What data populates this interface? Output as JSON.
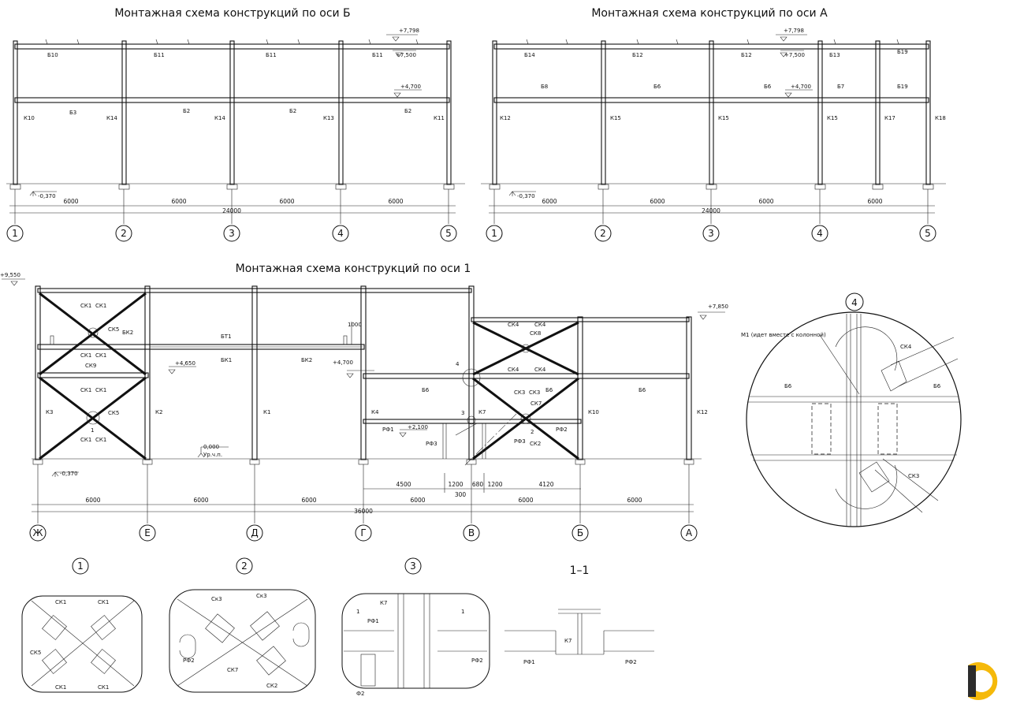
{
  "titles": {
    "axis_b": "Монтажная схема конструкций по оси Б",
    "axis_a": "Монтажная схема конструкций по оси А",
    "axis_1": "Монтажная схема конструкций по оси 1",
    "section": "1–1"
  },
  "frame_b": {
    "axes": [
      "1",
      "2",
      "3",
      "4",
      "5"
    ],
    "columns": [
      "К10",
      "К14",
      "К14",
      "К13",
      "К11"
    ],
    "top_beams": [
      "Б10",
      "Б11",
      "Б11",
      "Б11"
    ],
    "mid_beams": [
      "Б3",
      "Б2",
      "Б2",
      "Б2"
    ],
    "elev_top": "+7,798",
    "elev_top2": "+7,500",
    "elev_mid": "+4,700",
    "elev_bottom": "-0,370",
    "spans": [
      "6000",
      "6000",
      "6000",
      "6000"
    ],
    "total": "24000"
  },
  "frame_a": {
    "axes": [
      "1",
      "2",
      "3",
      "4",
      "5"
    ],
    "columns": [
      "К12",
      "К15",
      "К15",
      "К15",
      "К17",
      "К18"
    ],
    "top_beams": [
      "Б14",
      "Б12",
      "Б12",
      "Б13",
      "Б19"
    ],
    "mid_beams": [
      "Б8",
      "Б6",
      "Б6",
      "Б7",
      "Б19"
    ],
    "elev_top": "+7,798",
    "elev_top2": "+7,500",
    "elev_mid": "+4,700",
    "elev_bottom": "-0,370",
    "spans": [
      "6000",
      "6000",
      "6000",
      "6000"
    ],
    "total": "24000"
  },
  "frame_1": {
    "axes": [
      "Ж",
      "Е",
      "Д",
      "Г",
      "В",
      "Б",
      "А"
    ],
    "elev_9550": "+9,550",
    "elev_7850": "+7,850",
    "elev_4650": "+4,650",
    "elev_4700": "+4,700",
    "elev_2100": "+2,100",
    "elev_0": "0,000",
    "elev_0_note": "Ур.ч.п.",
    "elev_bottom": "-0,370",
    "dim_1000": "1000",
    "labels": {
      "sk1": "СК1",
      "sk5": "СК5",
      "sk9": "СК9",
      "bk1": "БК1",
      "bk2": "БК2",
      "bt1": "БТ1",
      "k1": "К1",
      "k2": "К2",
      "k3": "К3",
      "k4": "К4",
      "k7": "К7",
      "k10": "К10",
      "k12": "К12",
      "b6": "Б6",
      "sk3": "СК3",
      "sk4": "СК4",
      "sk7": "СК7",
      "sk8": "СК8",
      "sk2": "СК2",
      "rf1": "РФ1",
      "rf2": "РФ2",
      "rf3": "РФ3"
    },
    "node_marks": [
      "1",
      "2",
      "3",
      "4"
    ],
    "spans": [
      "6000",
      "6000",
      "6000",
      "6000",
      "6000",
      "6000"
    ],
    "sub_dims": [
      "4500",
      "1200",
      "680",
      "1200",
      "4120",
      "300"
    ],
    "total": "36000"
  },
  "detail4": {
    "mark": "4",
    "note": "М1 (идет вместе с колонной)",
    "b6_left": "Б6",
    "b6_right": "Б6",
    "sk4": "СК4",
    "sk3": "СК3"
  },
  "details": {
    "d1": {
      "mark": "1",
      "labels": [
        "СК1",
        "СК1",
        "СК5",
        "СК1",
        "СК1"
      ]
    },
    "d2": {
      "mark": "2",
      "labels": [
        "Ск3",
        "Ск3",
        "РФ2",
        "СК7",
        "СК2"
      ]
    },
    "d3": {
      "mark": "3",
      "labels": [
        "К7",
        "РФ1",
        "РФ2",
        "Ф2",
        "1",
        "1"
      ]
    },
    "sec": {
      "labels": [
        "К7",
        "РФ1",
        "РФ2"
      ]
    }
  }
}
